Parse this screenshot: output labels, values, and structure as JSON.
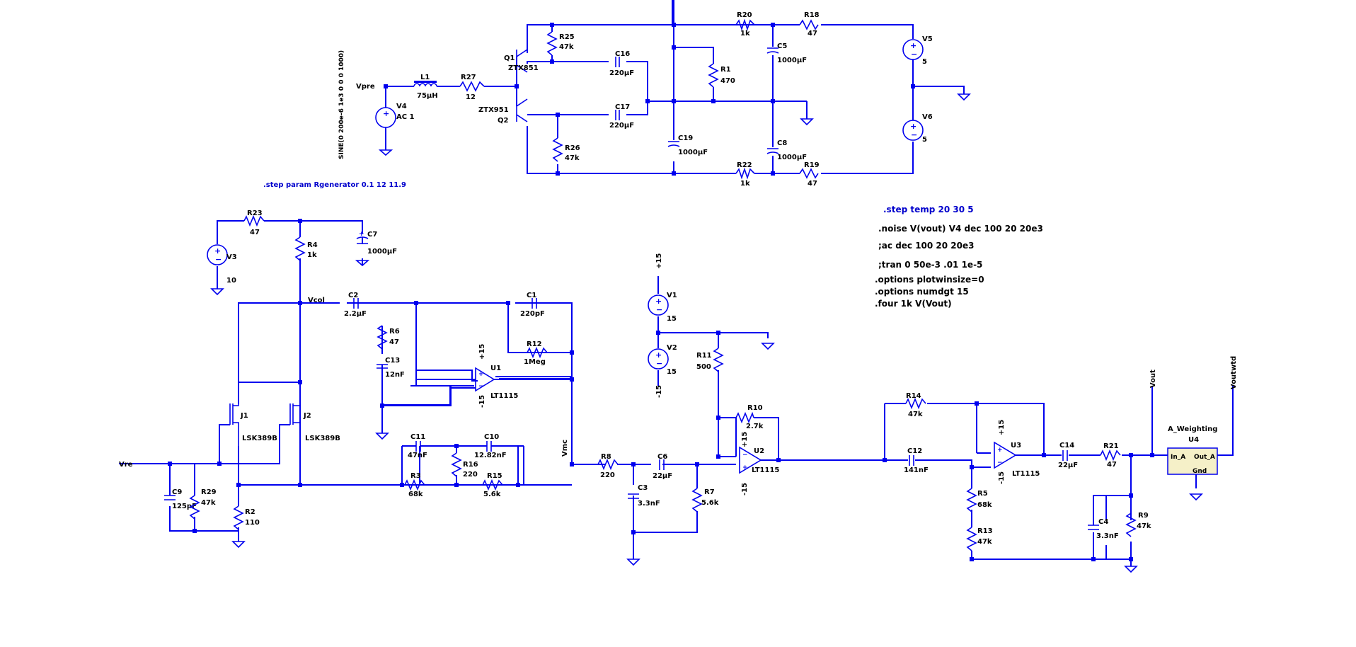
{
  "nets": {
    "vpre": "Vpre",
    "vre": "Vre",
    "vcol": "Vcol",
    "vmc": "Vmc",
    "vout": "Vout",
    "voutwtd": "Voutwtd",
    "p15": "+15",
    "m15": "-15"
  },
  "components": {
    "r20": {
      "name": "R20",
      "value": "1k"
    },
    "r18": {
      "name": "R18",
      "value": "47"
    },
    "r25": {
      "name": "R25",
      "value": "47k"
    },
    "r1": {
      "name": "R1",
      "value": "470"
    },
    "r27": {
      "name": "R27",
      "value": "12"
    },
    "r26": {
      "name": "R26",
      "value": "47k"
    },
    "r22": {
      "name": "R22",
      "value": "1k"
    },
    "r19": {
      "name": "R19",
      "value": "47"
    },
    "r23": {
      "name": "R23",
      "value": "47"
    },
    "r4": {
      "name": "R4",
      "value": "1k"
    },
    "r6": {
      "name": "R6",
      "value": "47"
    },
    "r12": {
      "name": "R12",
      "value": "1Meg"
    },
    "r16": {
      "name": "R16",
      "value": "220"
    },
    "r3": {
      "name": "R3",
      "value": "68k"
    },
    "r15": {
      "name": "R15",
      "value": "5.6k"
    },
    "r29": {
      "name": "R29",
      "value": "47k"
    },
    "r2": {
      "name": "R2",
      "value": "110"
    },
    "r8": {
      "name": "R8",
      "value": "220"
    },
    "r7": {
      "name": "R7",
      "value": "5.6k"
    },
    "r11": {
      "name": "R11",
      "value": "500"
    },
    "r10": {
      "name": "R10",
      "value": "2.7k"
    },
    "r14": {
      "name": "R14",
      "value": "47k"
    },
    "r5": {
      "name": "R5",
      "value": "68k"
    },
    "r13": {
      "name": "R13",
      "value": "47k"
    },
    "r21": {
      "name": "R21",
      "value": "47"
    },
    "r9": {
      "name": "R9",
      "value": "47k"
    },
    "c16": {
      "name": "C16",
      "value": "220µF"
    },
    "c17": {
      "name": "C17",
      "value": "220µF"
    },
    "c5": {
      "name": "C5",
      "value": "1000µF"
    },
    "c8": {
      "name": "C8",
      "value": "1000µF"
    },
    "c19": {
      "name": "C19",
      "value": "1000µF"
    },
    "c7": {
      "name": "C7",
      "value": "1000µF"
    },
    "c2": {
      "name": "C2",
      "value": "2.2µF"
    },
    "c1": {
      "name": "C1",
      "value": "220pF"
    },
    "c13": {
      "name": "C13",
      "value": "12nF"
    },
    "c11": {
      "name": "C11",
      "value": "47nF"
    },
    "c10": {
      "name": "C10",
      "value": "12.82nF"
    },
    "c9": {
      "name": "C9",
      "value": "125pF"
    },
    "c6": {
      "name": "C6",
      "value": "22µF"
    },
    "c3": {
      "name": "C3",
      "value": "3.3nF"
    },
    "c12": {
      "name": "C12",
      "value": "141nF"
    },
    "c14": {
      "name": "C14",
      "value": "22µF"
    },
    "c4": {
      "name": "C4",
      "value": "3.3nF"
    },
    "l1": {
      "name": "L1",
      "value": "75µH"
    },
    "q1": {
      "name": "Q1",
      "value": "ZTX851"
    },
    "q2": {
      "name": "Q2",
      "value": "ZTX951"
    },
    "j1": {
      "name": "J1",
      "value": "LSK389B"
    },
    "j2": {
      "name": "J2",
      "value": "LSK389B"
    },
    "u1": {
      "name": "U1",
      "value": "LT1115"
    },
    "u2": {
      "name": "U2",
      "value": "LT1115"
    },
    "u3": {
      "name": "U3",
      "value": "LT1115"
    },
    "u4": {
      "name": "U4",
      "value": "A_Weighting"
    },
    "v1": {
      "name": "V1",
      "value": "15"
    },
    "v2": {
      "name": "V2",
      "value": "15"
    },
    "v3": {
      "name": "V3",
      "value": "10"
    },
    "v4": {
      "name": "V4",
      "value": "AC 1"
    },
    "v5": {
      "name": "V5",
      "value": "5"
    },
    "v6": {
      "name": "V6",
      "value": "5"
    }
  },
  "u4_pins": {
    "in": "In_A",
    "out": "Out_A",
    "gnd": "Gnd"
  },
  "v4_source": "SINE(0 200e-6 1e3 0 0 0 1000)",
  "directives": {
    "step_param": ".step param Rgenerator 0.1 12 11.9",
    "step_temp": ".step temp 20 30 5",
    "noise": ".noise V(vout) V4 dec 100 20 20e3",
    "ac": ";ac dec 100 20 20e3",
    "tran": ";tran 0 50e-3 .01 1e-5",
    "opt1": ".options plotwinsize=0",
    "opt2": ".options numdgt 15",
    "four": ".four 1k V(Vout)"
  },
  "colors": {
    "wire": "#0000ee",
    "text": "#000000",
    "directive": "#0000cc",
    "block_fill": "#f5f0c8",
    "background": "#ffffff"
  }
}
